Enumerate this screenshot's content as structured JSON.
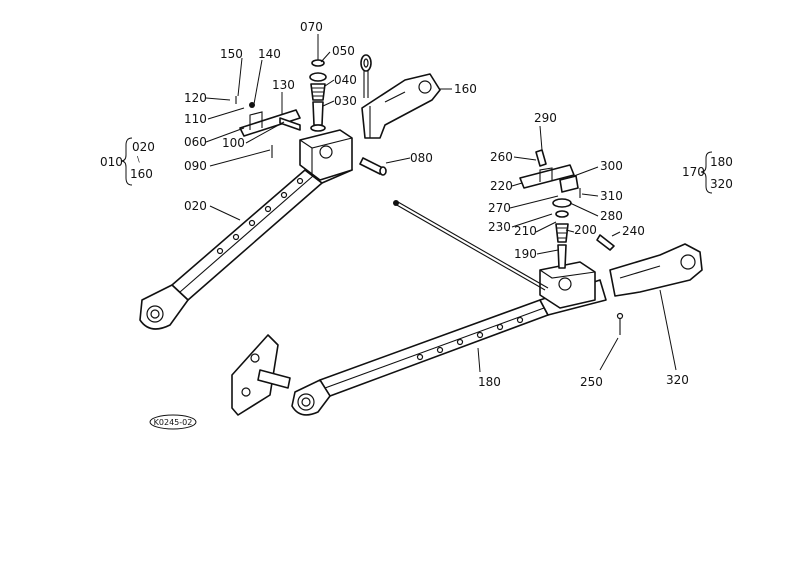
{
  "diagram": {
    "image_code": "K0245-02",
    "labels": {
      "p010": "010",
      "g010_top": "020",
      "g010_mid": "\\",
      "g010_bot": "160",
      "p020": "020",
      "p030": "030",
      "p040": "040",
      "p050": "050",
      "p060": "060",
      "p070": "070",
      "p080": "080",
      "p090": "090",
      "p100": "100",
      "p110": "110",
      "p120": "120",
      "p130": "130",
      "p140": "140",
      "p150": "150",
      "p160": "160",
      "p170": "170",
      "g170_top": "180",
      "g170_bot": "320",
      "p180": "180",
      "p190": "190",
      "p200": "200",
      "p210": "210",
      "p220": "220",
      "p230": "230",
      "p240": "240",
      "p250": "250",
      "p260": "260",
      "p270": "270",
      "p280": "280",
      "p290": "290",
      "p300": "300",
      "p310": "310",
      "p320": "320"
    }
  }
}
